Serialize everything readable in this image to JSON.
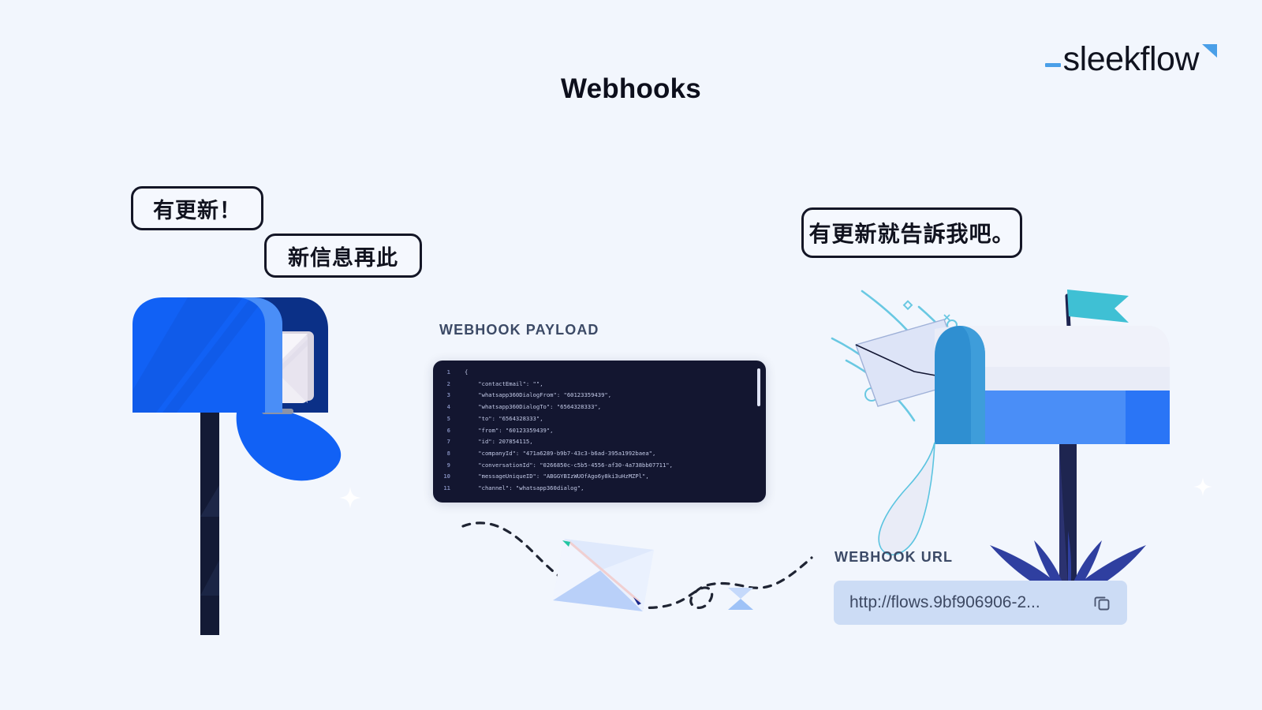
{
  "brand": {
    "logo_text": "sleekflow",
    "logo_underscore": "_",
    "accent_color": "#4a9fe8",
    "mark_color": "#4a9fe8"
  },
  "page": {
    "title": "Webhooks",
    "background_color": "#f2f6fd",
    "title_color": "#0d0f1c"
  },
  "bubbles": [
    {
      "id": "update-available",
      "text": "有更新！"
    },
    {
      "id": "new-message-here",
      "text": "新信息再此"
    },
    {
      "id": "notify-me-on-update",
      "text": "有更新就告訴我吧。"
    }
  ],
  "payload": {
    "label": "WEBHOOK PAYLOAD",
    "background_color": "#131630",
    "text_color": "#c2c9e6",
    "gutter_color": "#7d87b5",
    "lines": [
      {
        "n": "1",
        "code": "{"
      },
      {
        "n": "2",
        "code": "    \"contactEmail\": \"\","
      },
      {
        "n": "3",
        "code": "    \"whatsapp360DialogFrom\": \"60123359439\","
      },
      {
        "n": "4",
        "code": "    \"whatsapp360DialogTo\": \"6564328333\","
      },
      {
        "n": "5",
        "code": "    \"to\": \"6564328333\","
      },
      {
        "n": "6",
        "code": "    \"from\": \"60123359439\","
      },
      {
        "n": "7",
        "code": "    \"id\": 207854115,"
      },
      {
        "n": "8",
        "code": "    \"companyId\": \"471a6289-b9b7-43c3-b6ad-395a1992baea\","
      },
      {
        "n": "9",
        "code": "    \"conversationId\": \"0266850c-c5b5-4556-af30-4a738bb07711\","
      },
      {
        "n": "10",
        "code": "    \"messageUniqueID\": \"ABGGYBIzWUOfAgo6y8ki3uHzMZPl\","
      },
      {
        "n": "11",
        "code": "    \"channel\": \"whatsapp360dialog\","
      }
    ]
  },
  "webhook_url": {
    "label": "WEBHOOK URL",
    "value": "http://flows.9bf906906-2...",
    "placeholder": "http://",
    "copy_icon": "copy-icon",
    "field_color": "#ccdcf5"
  },
  "illustrations": {
    "left_mailbox": "blue-mailbox-with-letters",
    "right_mailbox": "white-blue-mailbox-with-flag",
    "flight_path": "dashed-envelope-path",
    "sparkles": [
      "sparkle",
      "sparkle"
    ]
  }
}
